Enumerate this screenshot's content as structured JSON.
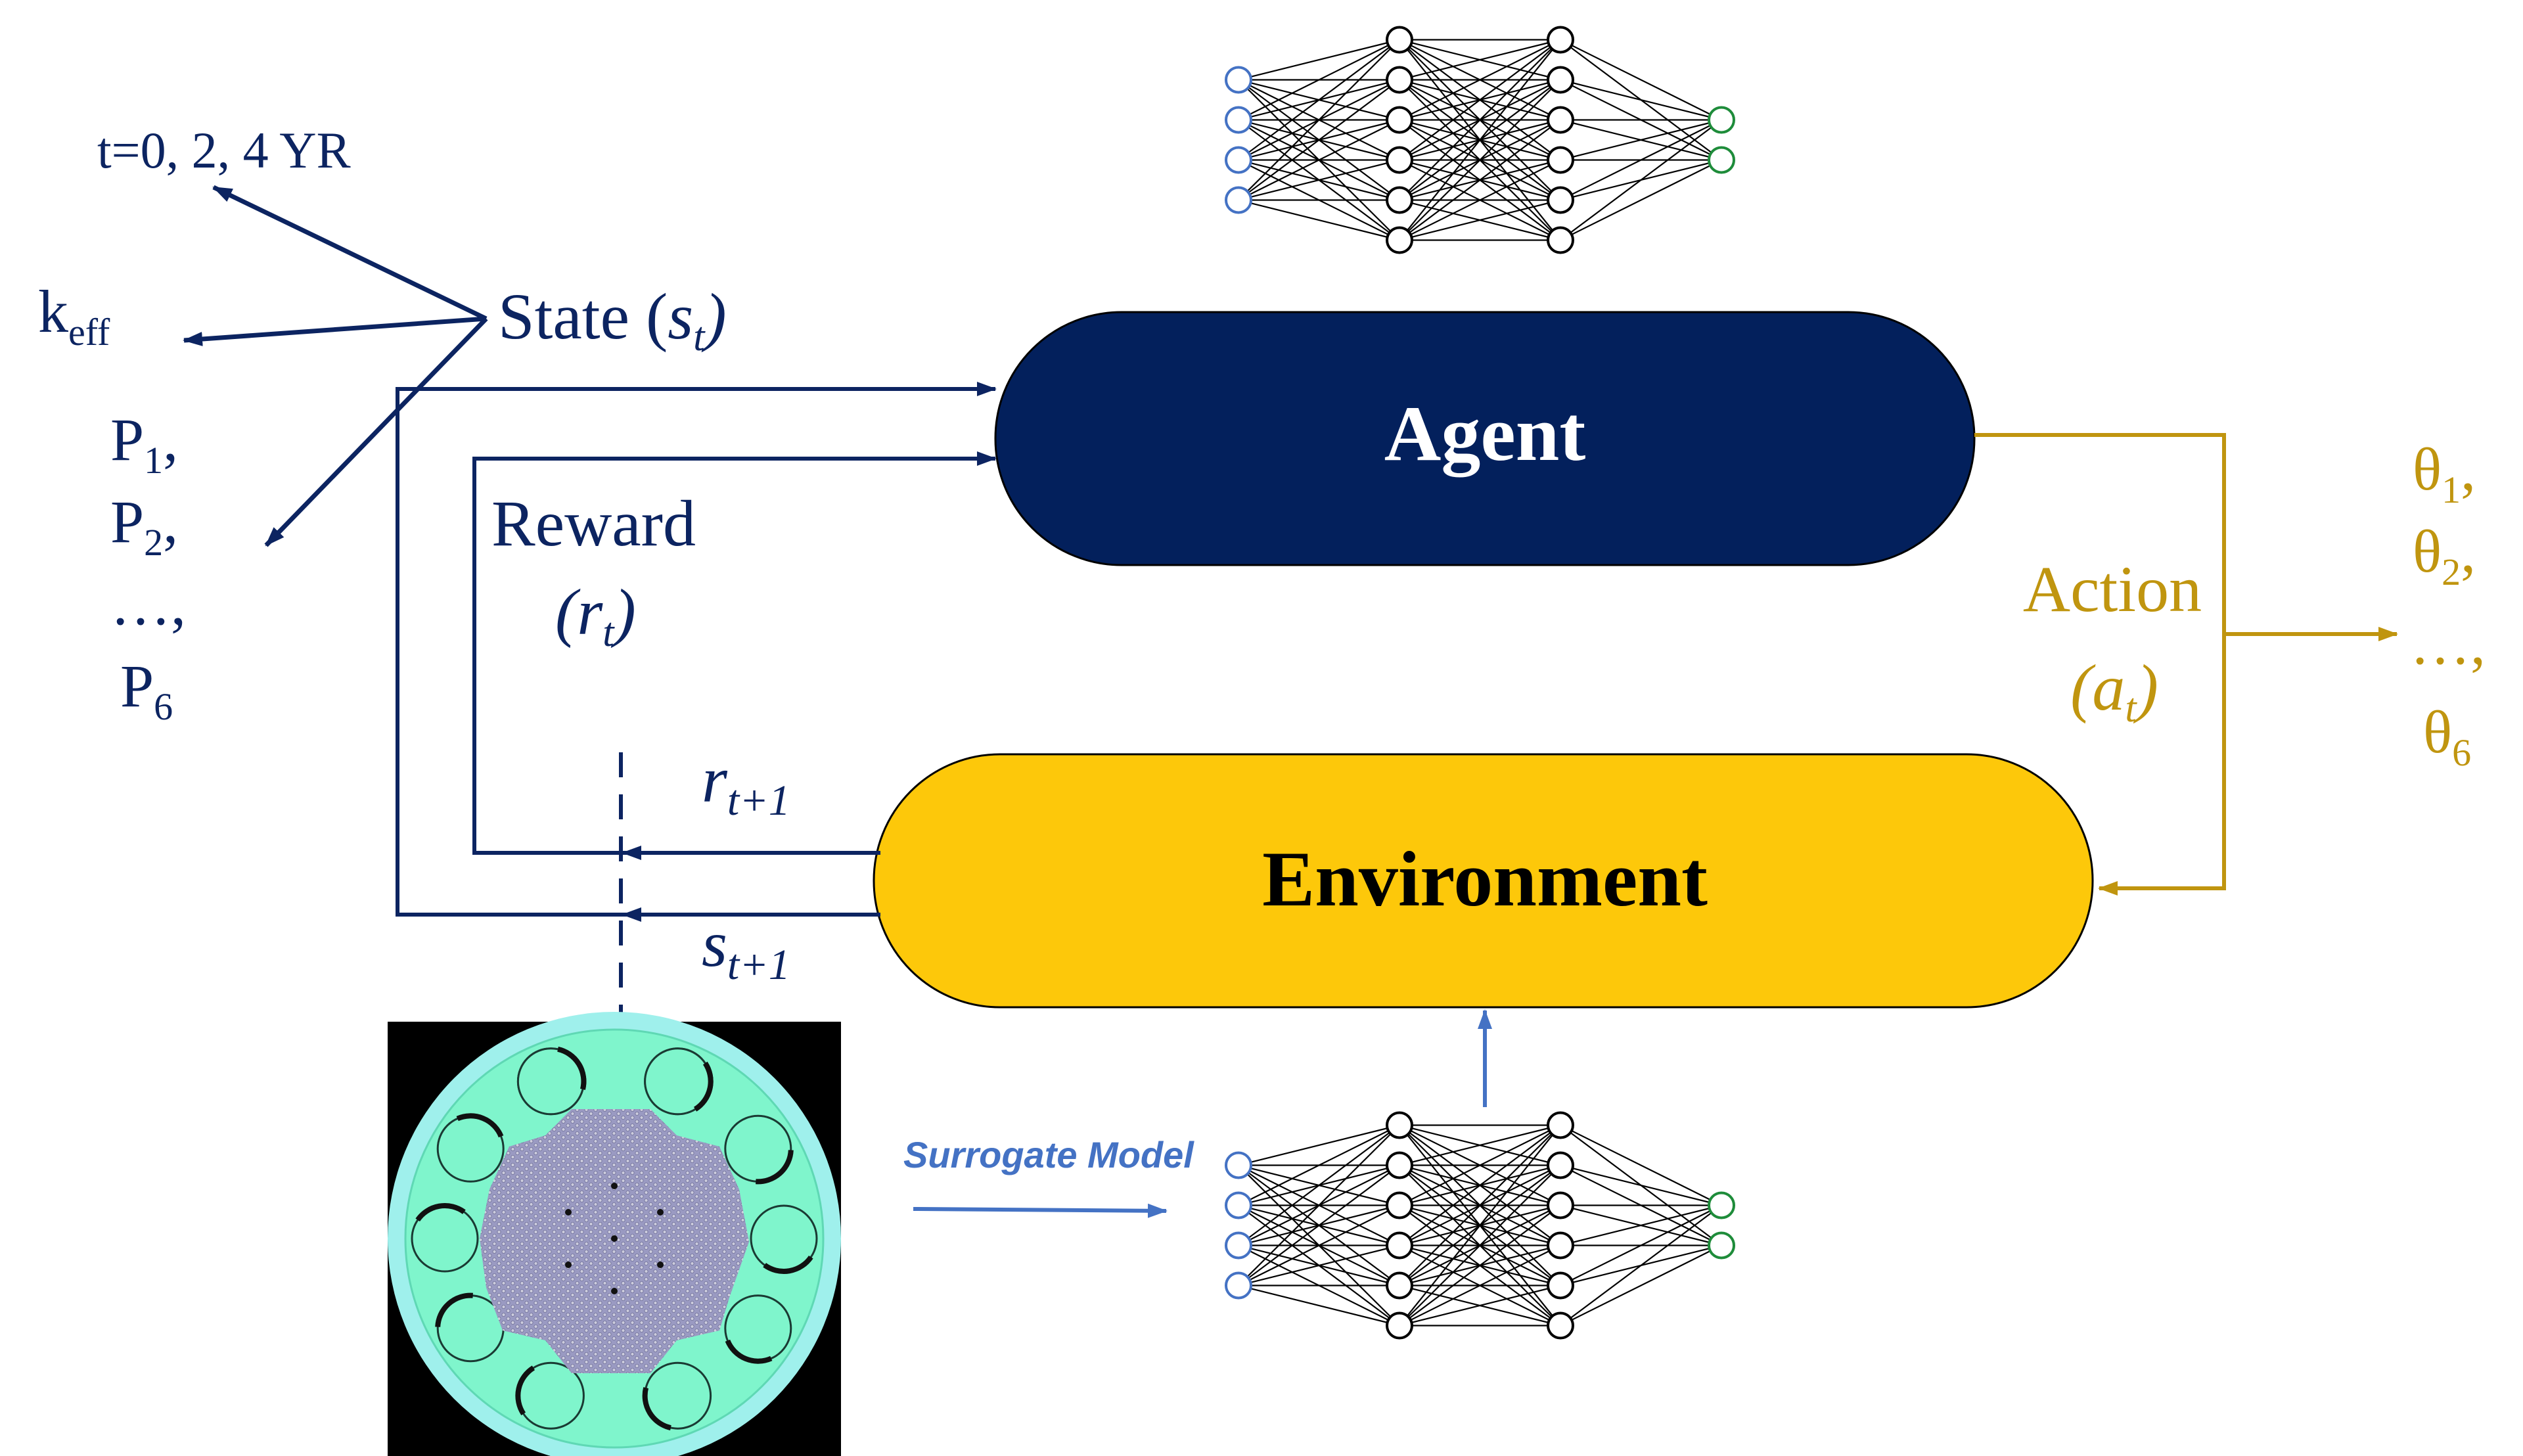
{
  "colors": {
    "navy": "#0c2461",
    "agent_fill": "#03205c",
    "env_fill": "#fdc80a",
    "gold": "#c0950f",
    "blue": "#4472c4",
    "core_outer": "#9ff0ec",
    "core_ring": "#7ff5cc",
    "core_inner": "#9a9ac2"
  },
  "state": {
    "label": "State (",
    "symbol": "s",
    "subscript": "t",
    "close": ")",
    "items": {
      "time": "t=0, 2, 4 YR",
      "keff": "k",
      "keff_sub": "eff",
      "p1": "P",
      "p1_sub": "1",
      "p2": "P",
      "p2_sub": "2",
      "pdots": "…,",
      "p6": "P",
      "p6_sub": "6",
      "comma": ","
    }
  },
  "reward": {
    "label": "Reward",
    "open": "(",
    "symbol": "r",
    "subscript": "t",
    "close": ")"
  },
  "agent": {
    "label": "Agent"
  },
  "environment": {
    "label": "Environment"
  },
  "feedback": {
    "reward_next": "r",
    "reward_next_sub": "t+1",
    "state_next": "s",
    "state_next_sub": "t+1"
  },
  "action": {
    "label": "Action",
    "open": "(",
    "symbol": "a",
    "subscript": "t",
    "close": ")",
    "outputs": {
      "theta": "θ",
      "t1_sub": "1",
      "t2_sub": "2",
      "dots": "…,",
      "t6_sub": "6",
      "comma": ","
    }
  },
  "surrogate": {
    "label": "Surrogate Model"
  },
  "nn_agent": {
    "layers": [
      4,
      6,
      6,
      2
    ]
  },
  "nn_surrogate": {
    "layers": [
      4,
      6,
      6,
      2
    ]
  }
}
